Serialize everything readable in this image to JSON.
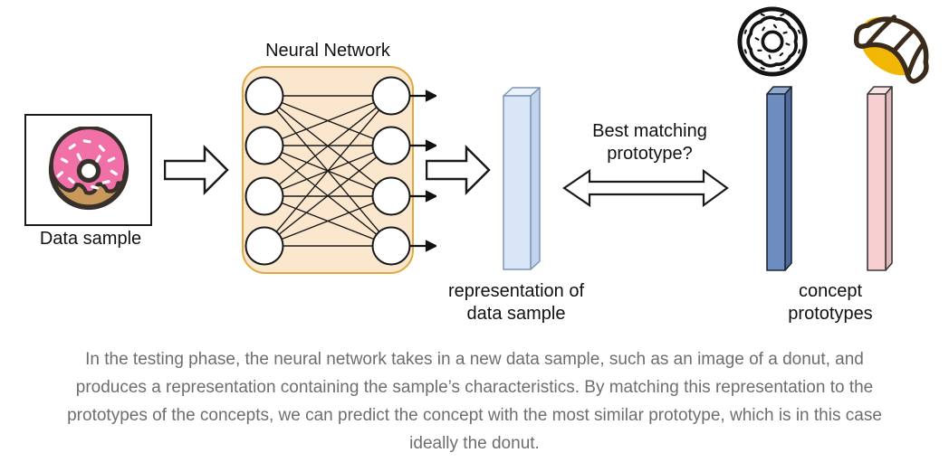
{
  "colors": {
    "nn_fill": "#FBE7CD",
    "nn_border": "#E2A73E",
    "rep_front": "#D9E6F7",
    "rep_side": "#C2D3EB",
    "rep_top": "#EBF2FB",
    "rep_stroke": "#7E95B6",
    "donut_proto_front": "#6D8DC0",
    "donut_proto_side": "#4E6C9B",
    "donut_proto_top": "#92A9CE",
    "croissant_proto_front": "#F7CFD0",
    "croissant_proto_side": "#E2B7B9",
    "croissant_proto_top": "#FBE2E2",
    "caption_text": "#6E6E6E"
  },
  "diagram": {
    "data_sample": {
      "label": "Data sample",
      "icon": "donut-photo-icon"
    },
    "neural_network": {
      "title": "Neural Network",
      "input_nodes": 4,
      "output_nodes": 4
    },
    "representation": {
      "label": "representation of\ndata sample"
    },
    "matching": {
      "label": "Best matching\nprototype?"
    },
    "prototypes": {
      "label": "concept\nprototypes",
      "items": [
        {
          "concept": "donut",
          "icon": "donut-outline-icon",
          "bar_color": "#6D8DC0"
        },
        {
          "concept": "croissant",
          "icon": "croissant-icon",
          "bar_color": "#F7CFD0"
        }
      ]
    }
  },
  "caption": "In the testing phase, the neural network takes in a new data sample, such as an image of a donut, and\nproduces a representation containing the sample’s characteristics. By matching this representation to the\nprototypes of the concepts, we can predict the concept with the most similar prototype, which is in this case\nideally the donut."
}
